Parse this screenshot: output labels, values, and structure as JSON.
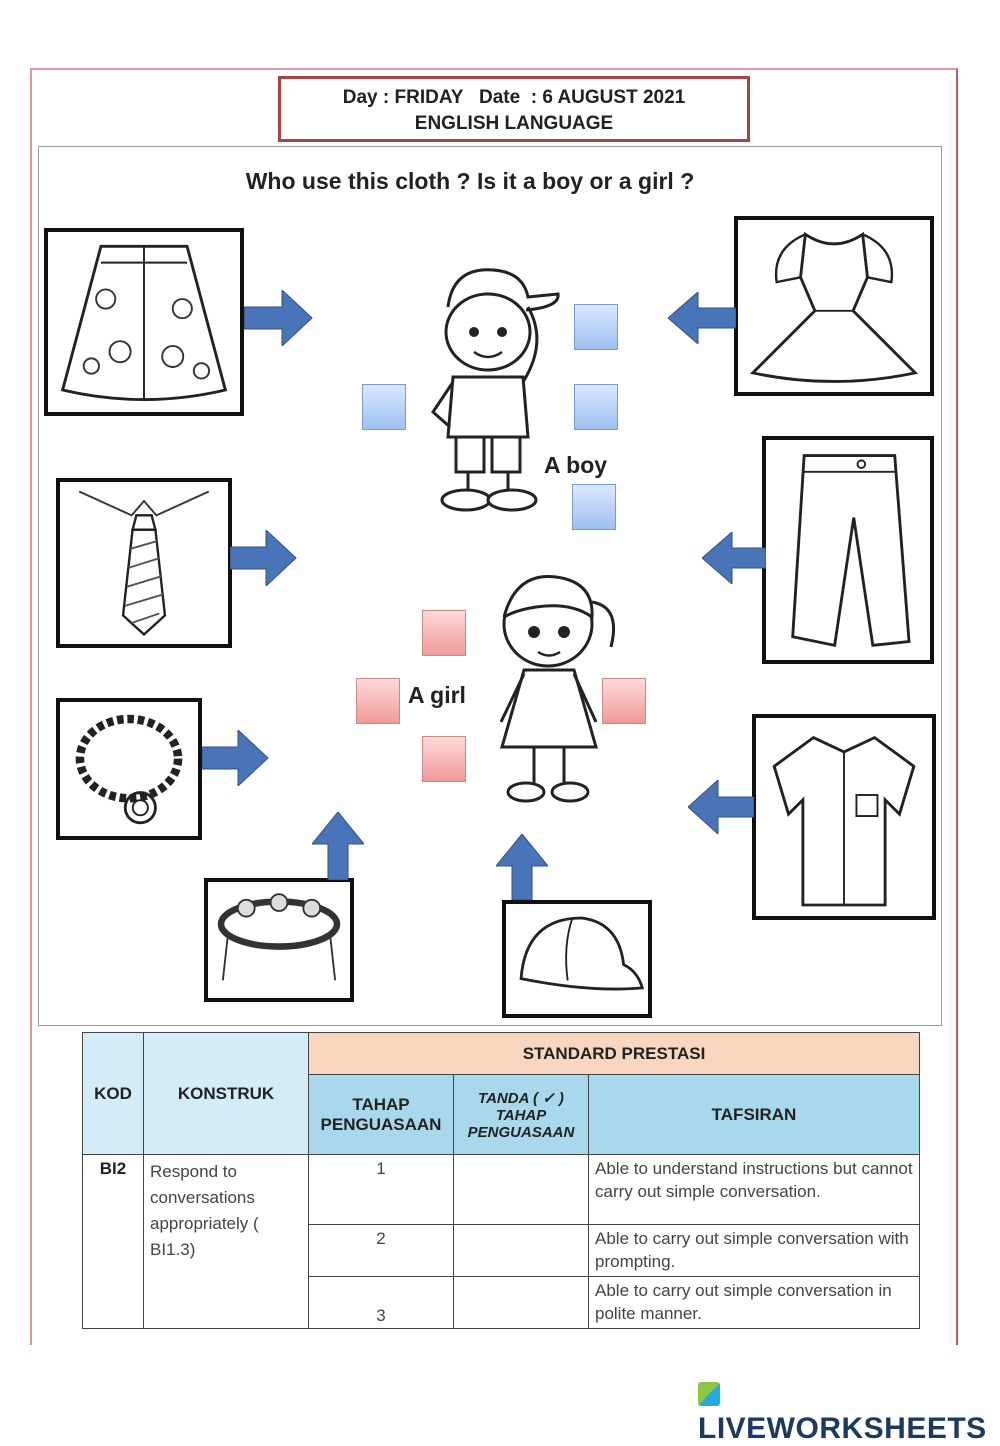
{
  "header": {
    "line1": "Day : FRIDAY   Date  : 6 AUGUST 2021",
    "line2": "ENGLISH LANGUAGE"
  },
  "question": "Who use this cloth ? Is it a boy or a girl ?",
  "labels": {
    "boy": "A boy",
    "girl": "A girl"
  },
  "table": {
    "kod_header": "KOD",
    "konstruk_header": "KONSTRUK",
    "standard_header": "STANDARD PRESTASI",
    "tahap_header": "TAHAP PENGUASAAN",
    "tanda_header": "TANDA ( ✓ ) TAHAP PENGUASAAN",
    "tafsiran_header": "TAFSIRAN",
    "kod": "BI2",
    "konstruk": "Respond to conversations appropriately ( BI1.3)",
    "rows": [
      {
        "level": "1",
        "desc": "Able to understand instructions but cannot carry out simple conversation."
      },
      {
        "level": "2",
        "desc": "Able to carry out simple conversation with prompting."
      },
      {
        "level": "3",
        "desc": "Able to carry out simple conversation in polite manner."
      }
    ]
  },
  "branding": {
    "logo": "LIVEWORKSHEETS"
  },
  "colors": {
    "arrow": "#4a74b8",
    "boy_box": "#9ec0f2",
    "girl_box": "#f09a9a"
  },
  "icons": [
    "skirt-icon",
    "dress-icon",
    "tie-icon",
    "trousers-icon",
    "necklace-icon",
    "shirt-icon",
    "bracelet-icon",
    "cap-icon",
    "boy-illustration",
    "girl-illustration"
  ]
}
